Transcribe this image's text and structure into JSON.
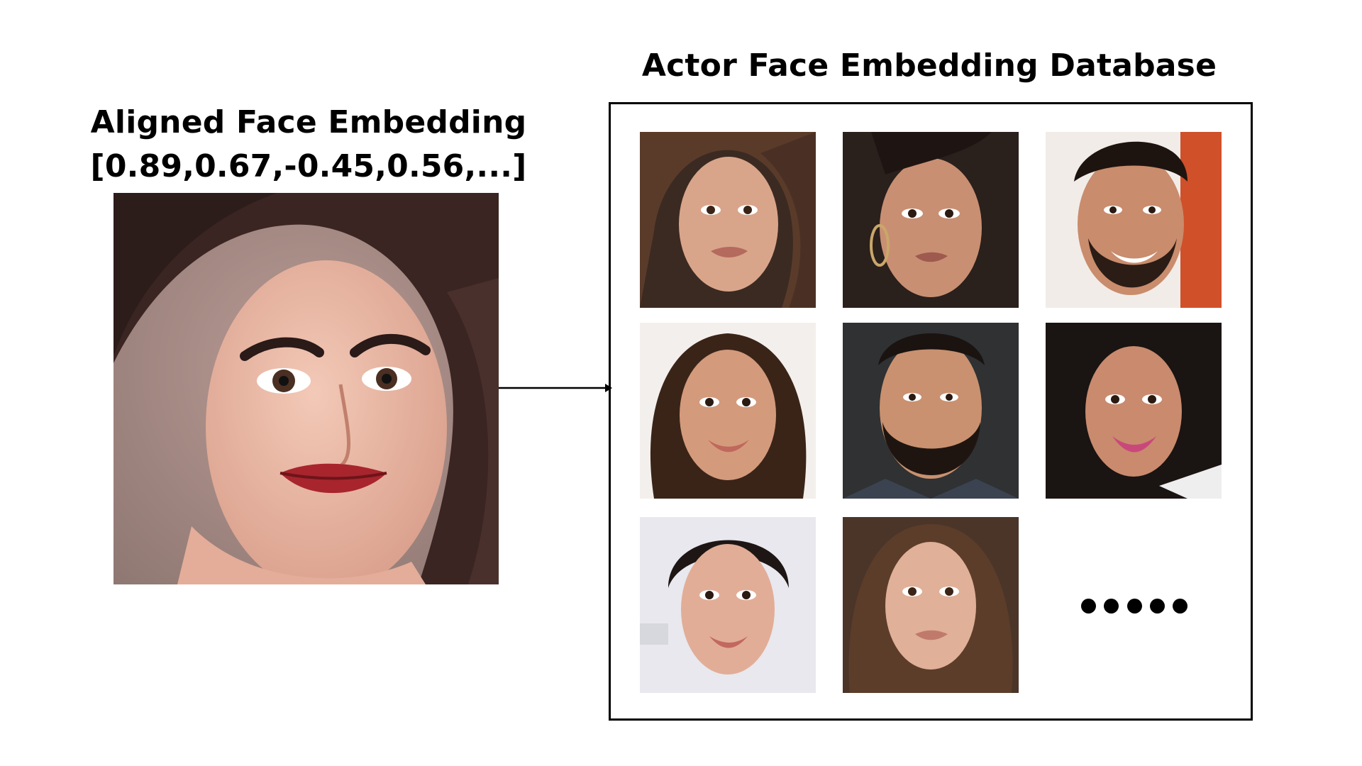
{
  "query": {
    "title": "Aligned Face Embedding",
    "vector": "[0.89,0.67,-0.45,0.56,...]"
  },
  "database": {
    "title": "Actor Face Embedding Database",
    "tiles": [
      {
        "kind": "woman-wavy-brown-hair"
      },
      {
        "kind": "woman-hoop-earrings"
      },
      {
        "kind": "man-beard-smiling"
      },
      {
        "kind": "woman-smiling-dark-hair"
      },
      {
        "kind": "man-beard-suit"
      },
      {
        "kind": "woman-smiling-black-hair"
      },
      {
        "kind": "woman-event-backdrop"
      },
      {
        "kind": "woman-soft-curls"
      }
    ],
    "more_indicator_count": 5
  },
  "colors": {
    "text": "#000000",
    "background": "#ffffff",
    "box_border": "#000000"
  }
}
